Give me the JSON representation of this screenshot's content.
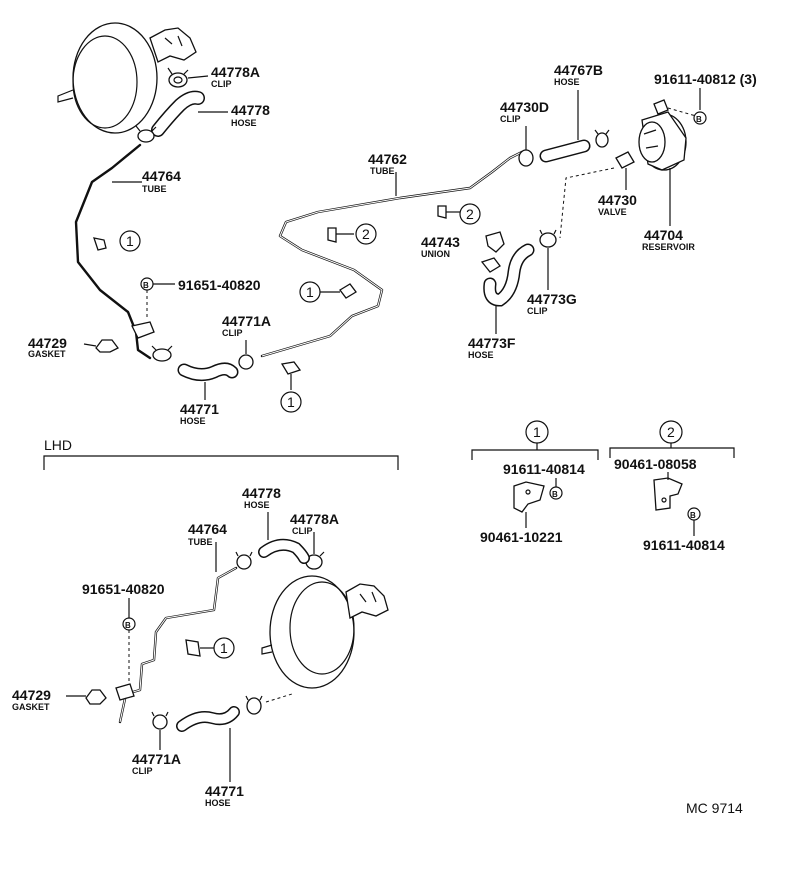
{
  "labels": {
    "p44778A_top": {
      "pn": "44778A",
      "desc": "CLIP"
    },
    "p44778_top": {
      "pn": "44778",
      "desc": "HOSE"
    },
    "p44764_top": {
      "pn": "44764",
      "desc": "TUBE"
    },
    "p44762": {
      "pn": "44762",
      "desc": "TUBE"
    },
    "p44767B": {
      "pn": "44767B",
      "desc": "HOSE"
    },
    "p91611_40812": {
      "pn": "91611-40812 (3)"
    },
    "p44730D": {
      "pn": "44730D",
      "desc": "CLIP"
    },
    "p44730": {
      "pn": "44730",
      "desc": "VALVE"
    },
    "p44704": {
      "pn": "44704",
      "desc": "RESERVOIR"
    },
    "p44743": {
      "pn": "44743",
      "desc": "UNION"
    },
    "p44773G": {
      "pn": "44773G",
      "desc": "CLIP"
    },
    "p44773F": {
      "pn": "44773F",
      "desc": "HOSE"
    },
    "p91651_top": {
      "pn": "91651-40820"
    },
    "p44729_top": {
      "pn": "44729",
      "desc": "GASKET"
    },
    "p44771A_top": {
      "pn": "44771A",
      "desc": "CLIP"
    },
    "p44771_top": {
      "pn": "44771",
      "desc": "HOSE"
    },
    "p44778_bot": {
      "pn": "44778",
      "desc": "HOSE"
    },
    "p44764_bot": {
      "pn": "44764",
      "desc": "TUBE"
    },
    "p44778A_bot": {
      "pn": "44778A",
      "desc": "CLIP"
    },
    "p91651_bot": {
      "pn": "91651-40820"
    },
    "p44729_bot": {
      "pn": "44729",
      "desc": "GASKET"
    },
    "p44771A_bot": {
      "pn": "44771A",
      "desc": "CLIP"
    },
    "p44771_bot": {
      "pn": "44771",
      "desc": "HOSE"
    },
    "d1_bolt": {
      "pn": "91611-40814"
    },
    "d1_clamp": {
      "pn": "90461-10221"
    },
    "d2_clamp": {
      "pn": "90461-08058"
    },
    "d2_bolt": {
      "pn": "91611-40814"
    }
  },
  "section": {
    "lhd": "LHD"
  },
  "markers": {
    "one": "1",
    "two": "2",
    "bolt": "B"
  },
  "footer": {
    "code": "MC 9714"
  }
}
